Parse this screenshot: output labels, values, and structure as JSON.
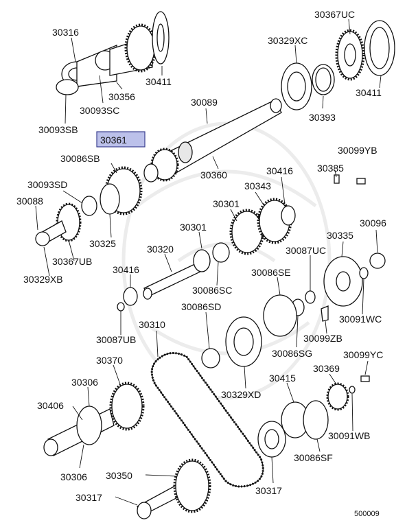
{
  "diagram": {
    "diagram_code": "500009",
    "highlighted_part": "30361",
    "labels": [
      "30316",
      "30367UC",
      "30329XC",
      "30411",
      "30356",
      "30411",
      "30093SC",
      "30093SB",
      "30089",
      "30393",
      "30361",
      "30086SB",
      "30360",
      "30099YB",
      "30385",
      "30416",
      "30093SD",
      "30343",
      "30088",
      "30301",
      "30096",
      "30325",
      "30301",
      "30335",
      "30367UB",
      "30320",
      "30087UC",
      "30329XB",
      "30416",
      "30086SE",
      "30086SC",
      "30091WC",
      "30086SD",
      "30087UB",
      "30310",
      "30099ZB",
      "30086SG",
      "30370",
      "30099YC",
      "30369",
      "30306",
      "30415",
      "30329XD",
      "30406",
      "30091WB",
      "30086SF",
      "30306",
      "30350",
      "30317",
      "30317"
    ]
  }
}
